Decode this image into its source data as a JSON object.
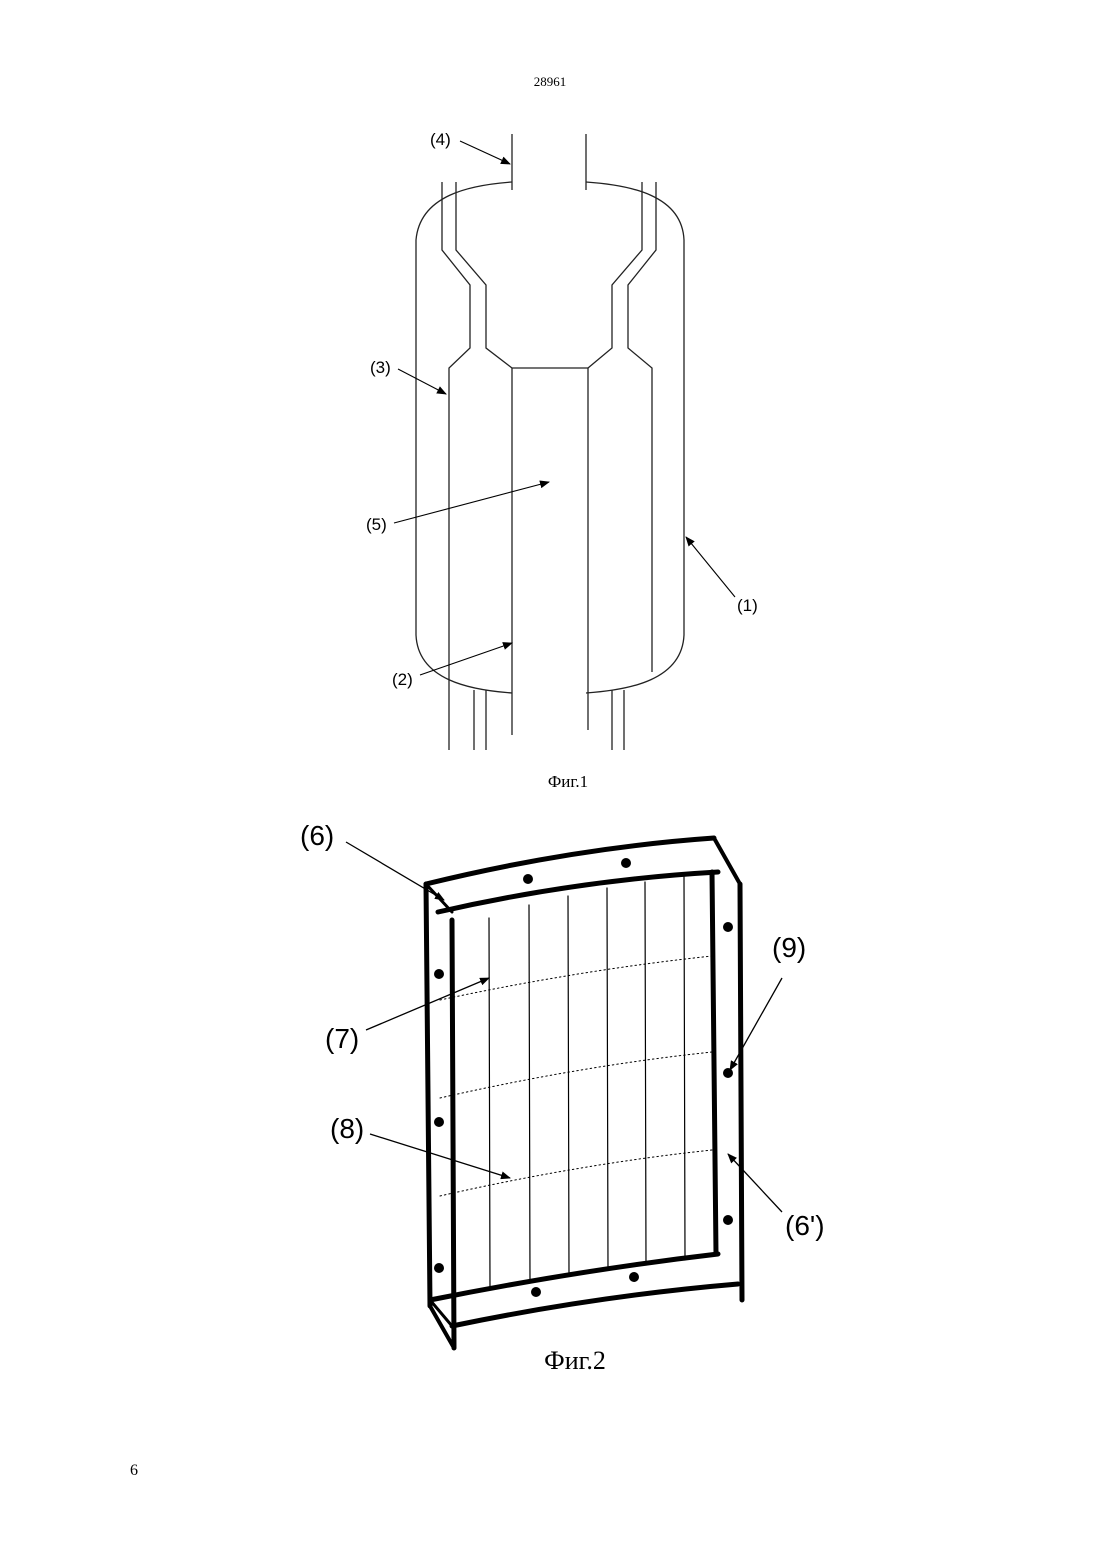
{
  "header": {
    "doc_number": "28961"
  },
  "footer": {
    "page_number": "6"
  },
  "figure1": {
    "caption": "Фиг.1",
    "labels": {
      "l1": "(1)",
      "l2": "(2)",
      "l3": "(3)",
      "l4": "(4)",
      "l5": "(5)"
    }
  },
  "figure2": {
    "caption": "Фиг.2",
    "labels": {
      "l6": "(6)",
      "l6p": "(6')",
      "l7": "(7)",
      "l8": "(8)",
      "l9": "(9)"
    }
  }
}
